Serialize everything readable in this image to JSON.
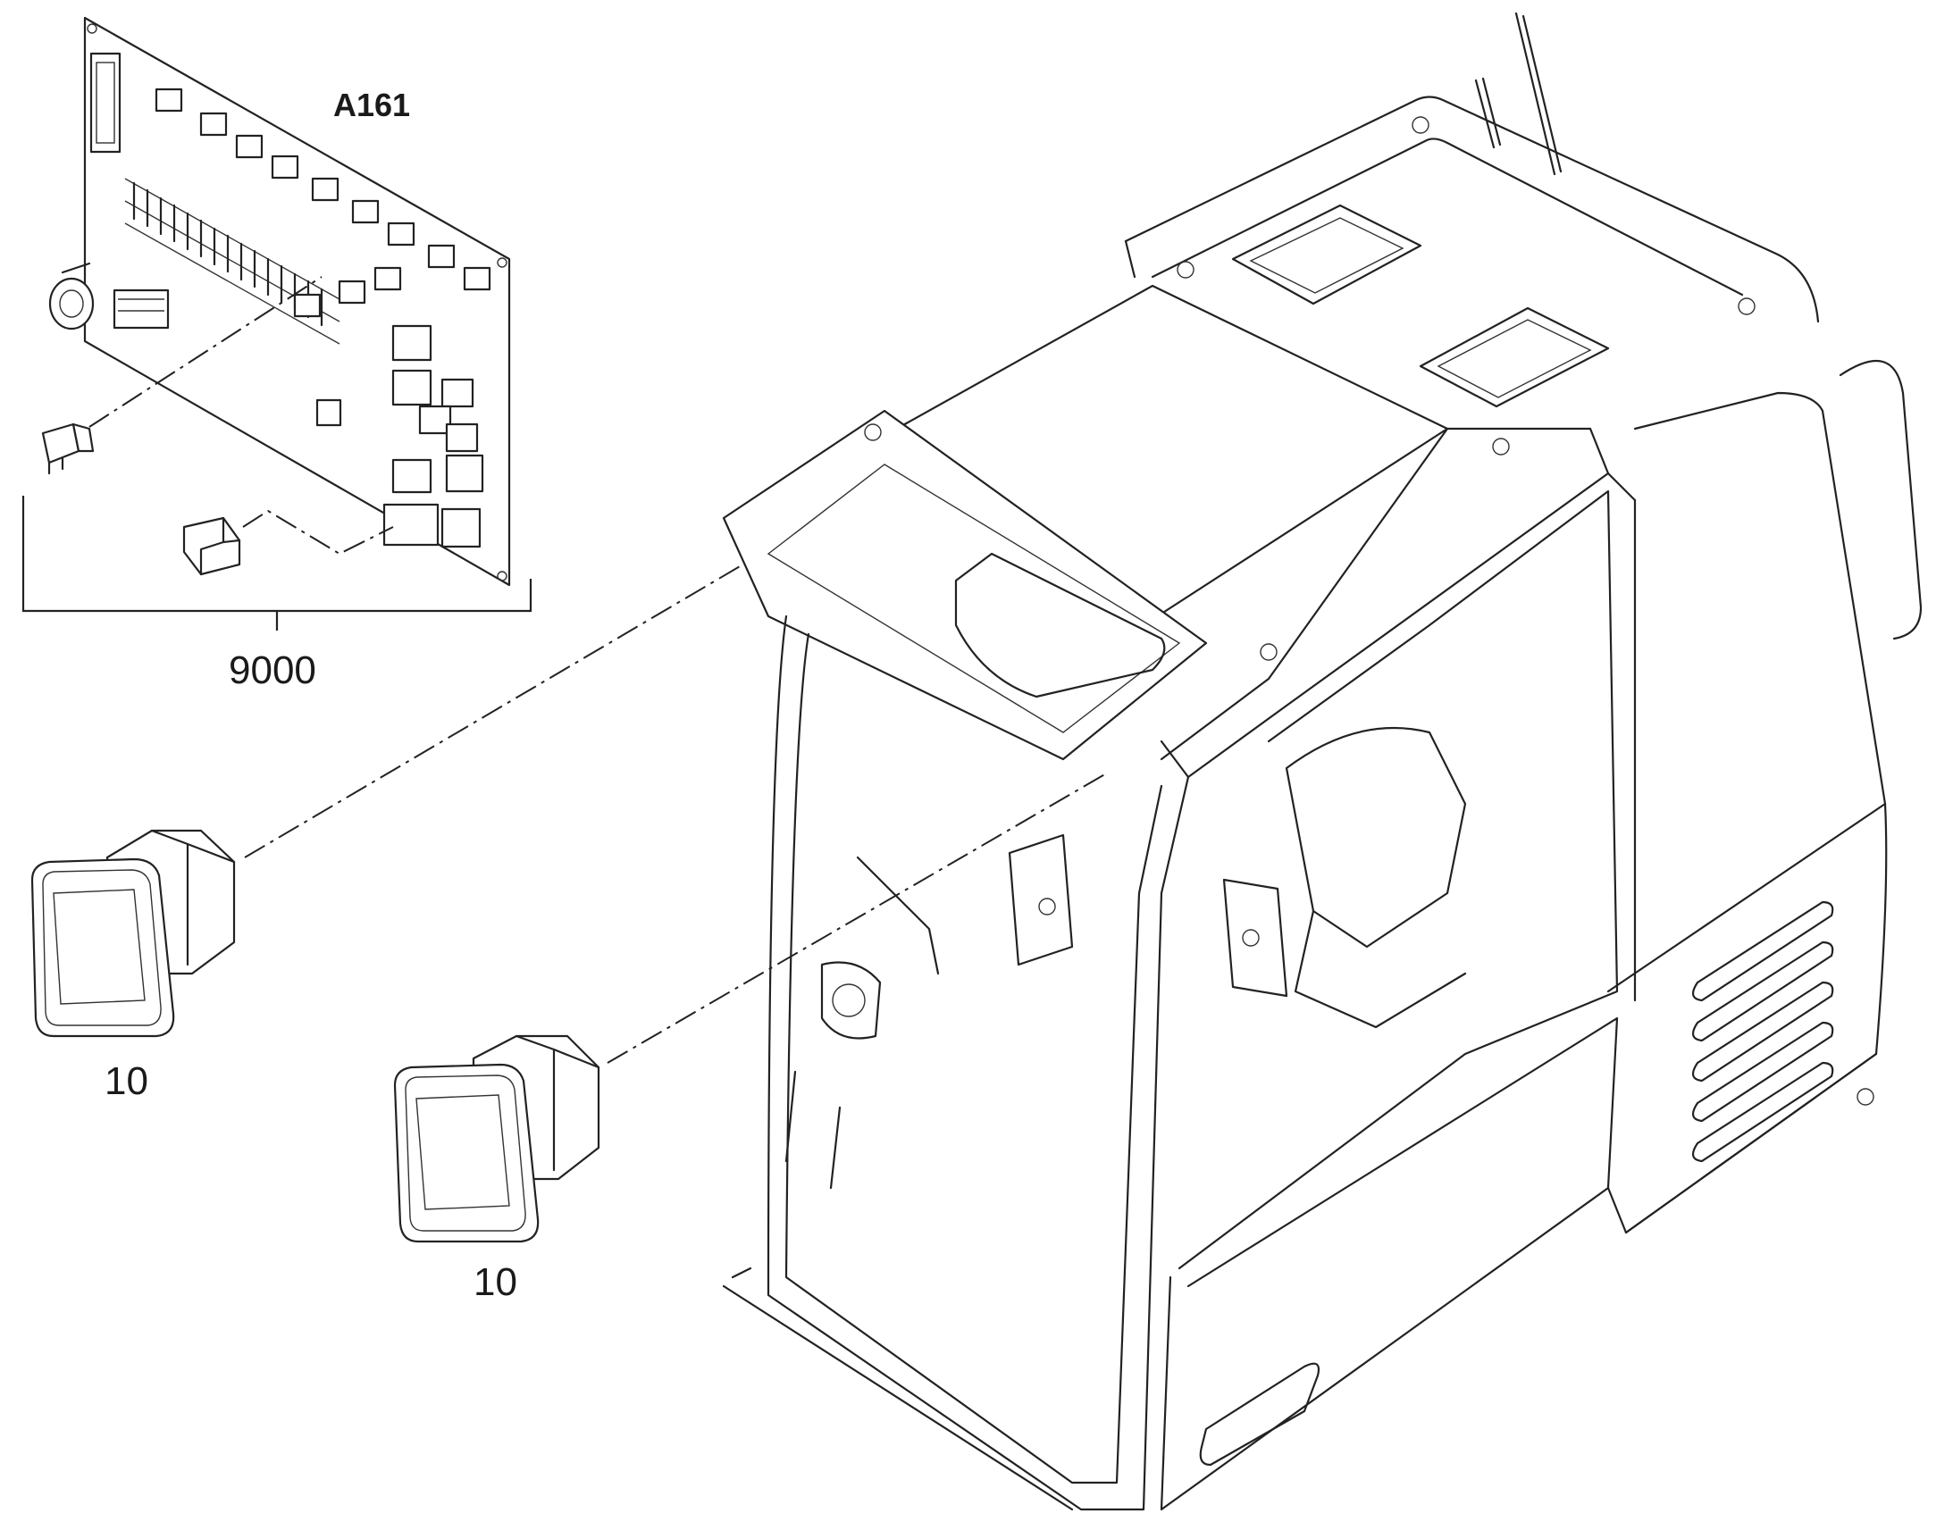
{
  "labels": {
    "board": "A161",
    "kit": "9000",
    "lamp_left": "10",
    "lamp_right": "10"
  },
  "colors": {
    "line": "#222222",
    "background": "#ffffff"
  },
  "parts": [
    {
      "name": "A161",
      "icon": "circuit-board-icon"
    },
    {
      "name": "9000",
      "icon": "kit-bracket"
    },
    {
      "name": "10",
      "icon": "work-lamp-icon"
    },
    {
      "name": "10",
      "icon": "work-lamp-icon"
    }
  ]
}
